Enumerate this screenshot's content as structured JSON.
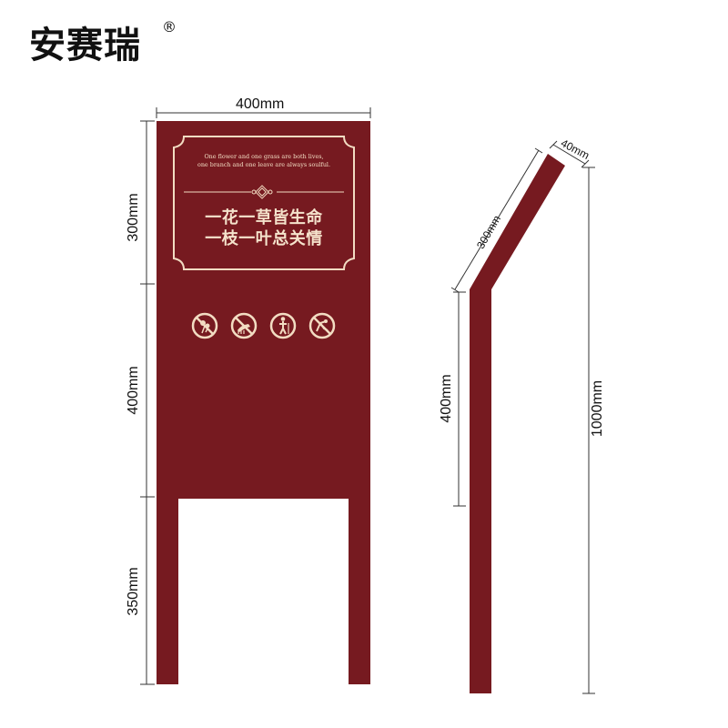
{
  "brand": {
    "name": "安赛瑞",
    "registered_mark": "®"
  },
  "front_view": {
    "width_label": "400mm",
    "panel_top_label": "300mm",
    "panel_bottom_label": "400mm",
    "legs_label": "350mm",
    "sign": {
      "english_line1": "One flower and one grass are both lives,",
      "english_line2": "one branch and one leave are always soulful.",
      "chinese_line1": "一花一草皆生命",
      "chinese_line2": "一枝一叶总关情",
      "icons": [
        "no-flower-picking-icon",
        "no-trampling-grass-icon",
        "no-climbing-icon",
        "no-branch-breaking-icon"
      ]
    }
  },
  "side_view": {
    "thickness_label": "40mm",
    "slanted_label": "300mm",
    "upright_label": "400mm",
    "total_height_label": "1000mm"
  },
  "colors": {
    "sign": "#761a20",
    "text_on_sign": "#f2dcc2",
    "background": "#ffffff"
  }
}
